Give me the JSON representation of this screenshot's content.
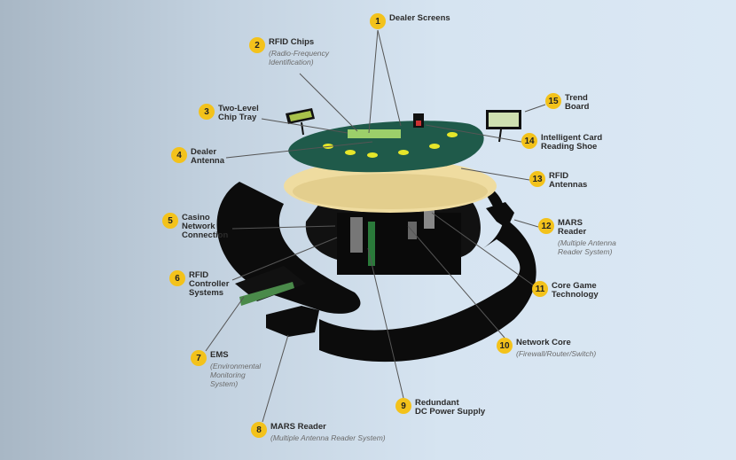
{
  "callouts": [
    {
      "n": "1",
      "title": [
        "Dealer Screens"
      ],
      "sub": []
    },
    {
      "n": "2",
      "title": [
        "RFID Chips"
      ],
      "sub": [
        "(Radio-Frequency",
        "Identification)"
      ]
    },
    {
      "n": "3",
      "title": [
        "Two-Level",
        "Chip Tray"
      ],
      "sub": []
    },
    {
      "n": "4",
      "title": [
        "Dealer",
        "Antenna"
      ],
      "sub": []
    },
    {
      "n": "5",
      "title": [
        "Casino",
        "Network",
        "Connection"
      ],
      "sub": []
    },
    {
      "n": "6",
      "title": [
        "RFID",
        "Controller",
        "Systems"
      ],
      "sub": []
    },
    {
      "n": "7",
      "title": [
        "EMS"
      ],
      "sub": [
        "(Environmental",
        "Monitoring",
        "System)"
      ]
    },
    {
      "n": "8",
      "title": [
        "MARS Reader"
      ],
      "sub": [
        "(Multiple Antenna Reader System)"
      ]
    },
    {
      "n": "9",
      "title": [
        "Redundant",
        "DC Power Supply"
      ],
      "sub": []
    },
    {
      "n": "10",
      "title": [
        "Network Core"
      ],
      "sub": [
        "(Firewall/Router/Switch)"
      ]
    },
    {
      "n": "11",
      "title": [
        "Core Game",
        "Technology"
      ],
      "sub": []
    },
    {
      "n": "12",
      "title": [
        "MARS",
        "Reader"
      ],
      "sub": [
        "(Multiple Antenna",
        "Reader System)"
      ]
    },
    {
      "n": "13",
      "title": [
        "RFID",
        "Antennas"
      ],
      "sub": []
    },
    {
      "n": "14",
      "title": [
        "Intelligent Card",
        "Reading Shoe"
      ],
      "sub": []
    },
    {
      "n": "15",
      "title": [
        "Trend",
        "Board"
      ],
      "sub": []
    }
  ],
  "colors": {
    "badge": "#f3c21b",
    "felt": "#1f5a4a",
    "antenna": "#efdca0",
    "hardware": "#0c0c0c"
  }
}
